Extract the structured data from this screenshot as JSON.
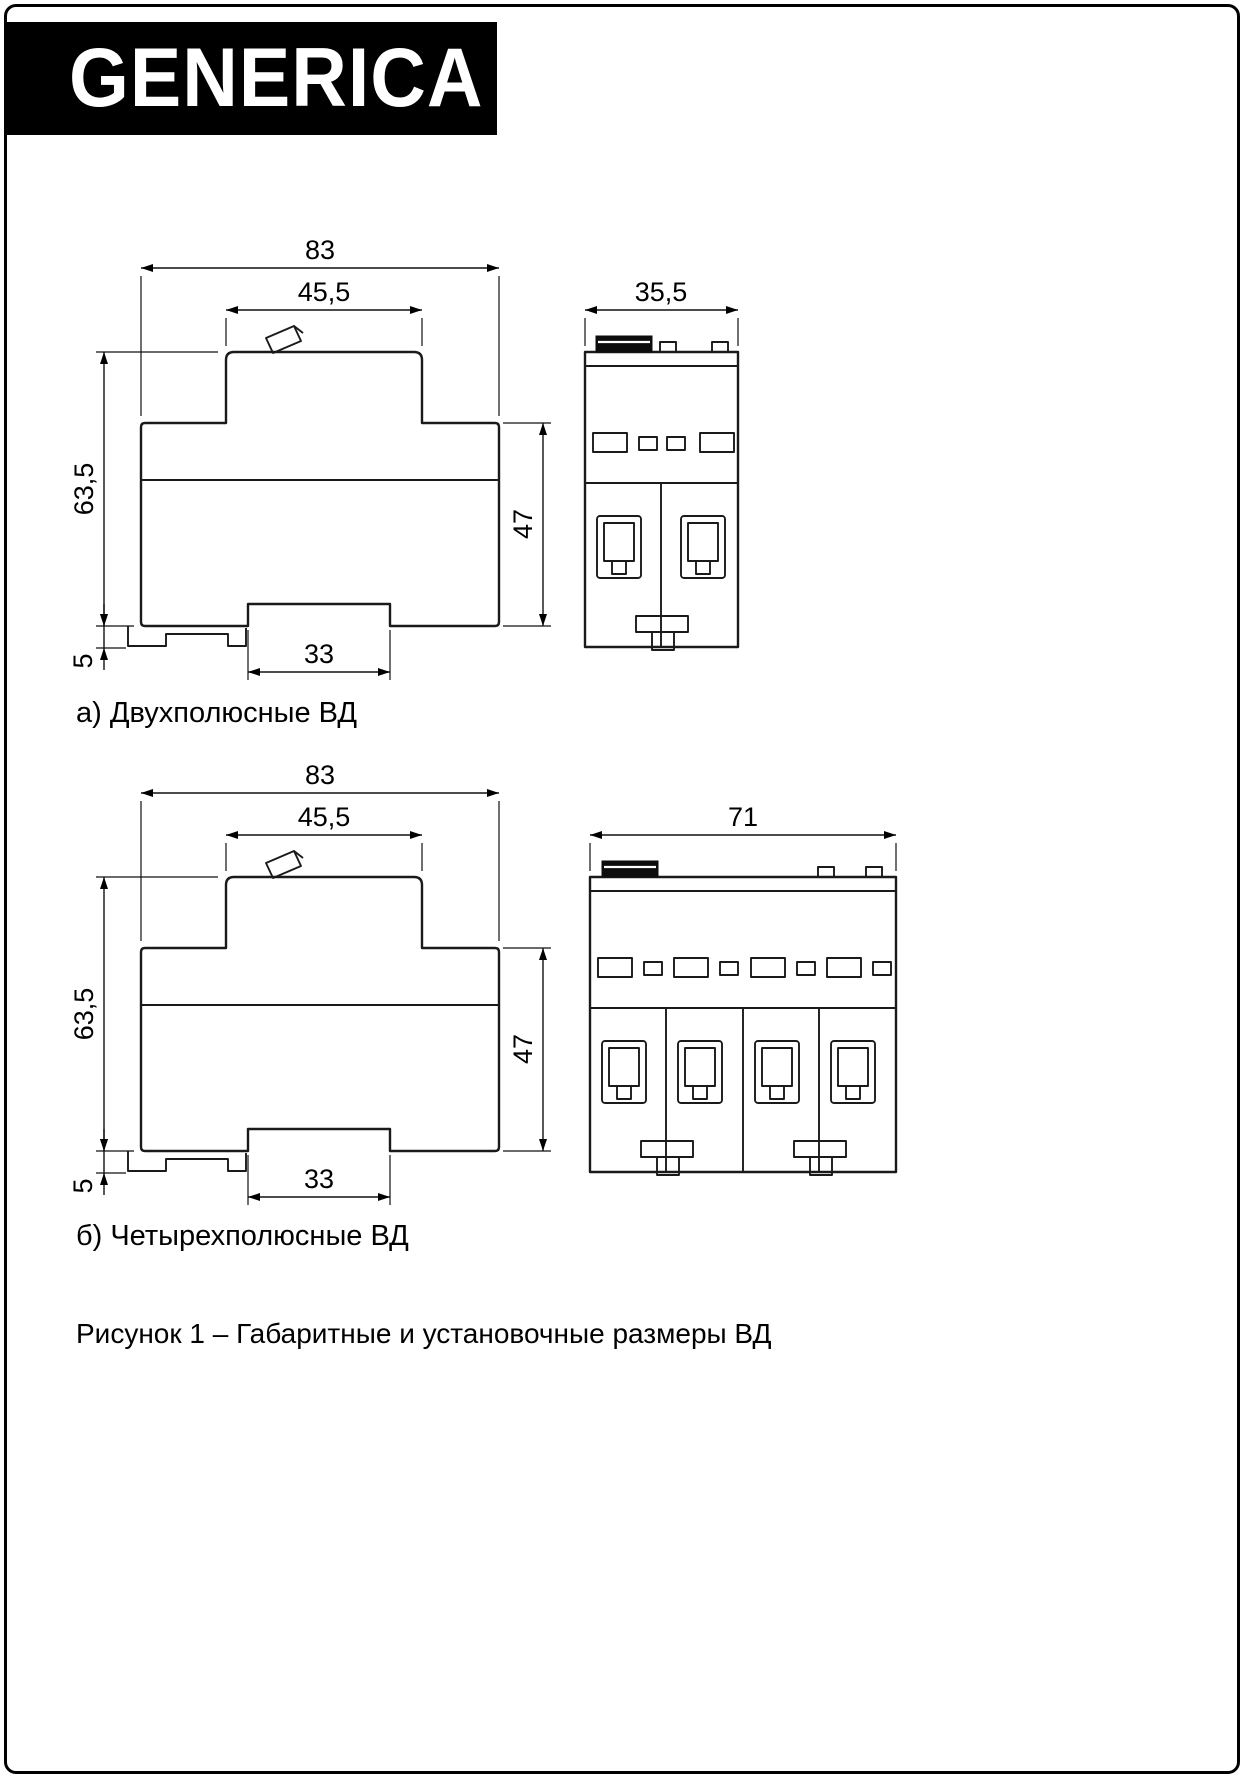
{
  "page": {
    "brand": "GENERICA",
    "caption": "Рисунок 1 – Габаритные и установочные размеры ВД"
  },
  "figure_a": {
    "label": "а) Двухполюсные ВД",
    "dims": {
      "overall_width": "83",
      "handle_width": "45,5",
      "front_width": "35,5",
      "height": "63,5",
      "mount_height": "47",
      "latch_offset": "5",
      "rail_slot": "33"
    }
  },
  "figure_b": {
    "label": "б) Четырехполюсные ВД",
    "dims": {
      "overall_width": "83",
      "handle_width": "45,5",
      "front_width": "71",
      "height": "63,5",
      "mount_height": "47",
      "latch_offset": "5",
      "rail_slot": "33"
    }
  }
}
